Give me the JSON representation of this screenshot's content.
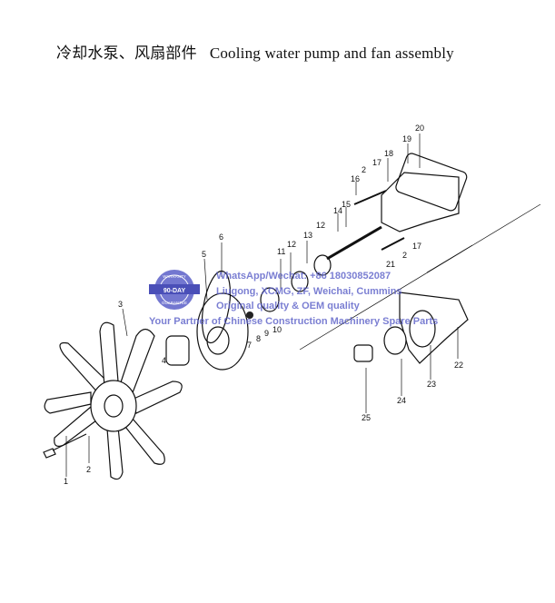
{
  "title": {
    "zh": "冷却水泵、风扇部件",
    "en": "Cooling water pump and fan assembly"
  },
  "labels": [
    "1",
    "2",
    "3",
    "4",
    "5",
    "6",
    "7",
    "8",
    "9",
    "10",
    "11",
    "12",
    "12",
    "13",
    "14",
    "15",
    "16",
    "2",
    "17",
    "18",
    "19",
    "20",
    "17",
    "2",
    "21",
    "22",
    "23",
    "24",
    "25"
  ],
  "watermark": {
    "badge_top": "WARRANTY",
    "badge_mid": "90-DAY",
    "badge_bottom": "GUARANTEE",
    "line1": "WhatsApp/Wechat: +86 18030852087",
    "line2": "Liugong, XCMG, ZF, Weichai, Cummins",
    "line3": "Original quality & OEM quality",
    "line4": "Your Partner of Chinese Construction Machinery Spare Parts",
    "color": "#5a5fc8"
  }
}
